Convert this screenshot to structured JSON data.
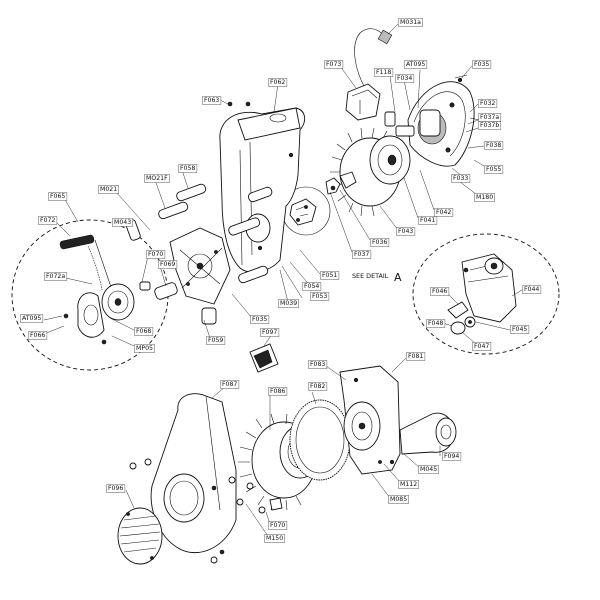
{
  "labels": {
    "M031a": "M031a",
    "F073": "F073",
    "F118": "F118",
    "AT095_top": "AT095",
    "F034": "F034",
    "F035_top": "F035",
    "F062": "F062",
    "F063": "F063",
    "F032": "F032",
    "F037a": "F037a",
    "F037b": "F037b",
    "F038": "F038",
    "F055": "F055",
    "F033": "F033",
    "M180": "M180",
    "F042": "F042",
    "F041": "F041",
    "F043": "F043",
    "F036": "F036",
    "F037": "F037",
    "F058": "F058",
    "MO21F": "MO21F",
    "M021": "M021",
    "F065": "F065",
    "F072": "F072",
    "M043": "M043",
    "F070_top": "F070",
    "F069": "F069",
    "F072a": "F072a",
    "F051": "F051",
    "F053": "F053",
    "F054": "F054",
    "M039": "M039",
    "F035_mid": "F035",
    "AT095_left": "AT095",
    "F066": "F066",
    "F068": "F068",
    "MP05": "MP05",
    "F059": "F059",
    "F097": "F097",
    "F046": "F046",
    "F044": "F044",
    "F048": "F048",
    "F045": "F045",
    "F047": "F047",
    "F083": "F083",
    "F081": "F081",
    "F087": "F087",
    "F086": "F086",
    "F082": "F082",
    "F094": "F094",
    "M045": "M045",
    "M112": "M112",
    "M085": "M085",
    "F096": "F096",
    "F070_bot": "F070",
    "M150": "M150"
  },
  "detail": {
    "see_text": "SEE DETAIL",
    "letter": "A"
  }
}
